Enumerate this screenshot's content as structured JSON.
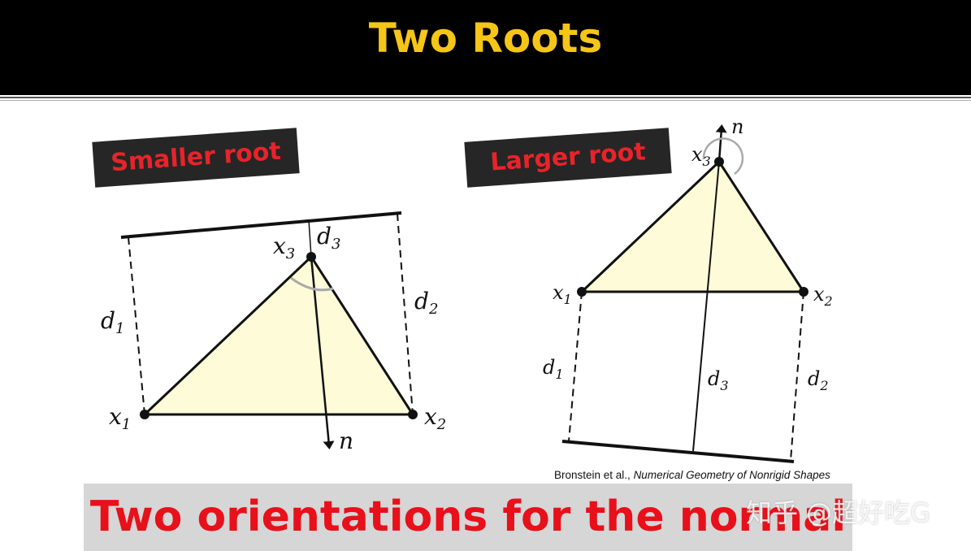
{
  "slide": {
    "title": "Two Roots",
    "bottom_caption": "Two orientations for the normal",
    "citation_authors": "Bronstein et al., ",
    "citation_work": "Numerical Geometry of Nonrigid Shapes",
    "watermark": "知乎 @超好吃G"
  },
  "left_panel": {
    "label": "Smaller root",
    "vertex_labels": {
      "x1": "x",
      "x1_sub": "1",
      "x2": "x",
      "x2_sub": "2",
      "x3": "x",
      "x3_sub": "3"
    },
    "distance_labels": {
      "d1": "d",
      "d1_sub": "1",
      "d2": "d",
      "d2_sub": "2",
      "d3": "d",
      "d3_sub": "3"
    },
    "normal_label": "n"
  },
  "right_panel": {
    "label": "Larger root",
    "vertex_labels": {
      "x1": "x",
      "x1_sub": "1",
      "x2": "x",
      "x2_sub": "2",
      "x3": "x",
      "x3_sub": "3"
    },
    "distance_labels": {
      "d1": "d",
      "d1_sub": "1",
      "d2": "d",
      "d2_sub": "2",
      "d3": "d",
      "d3_sub": "3"
    },
    "normal_label": "n"
  },
  "colors": {
    "title": "#f5c518",
    "label_text": "#e8232a",
    "label_bg": "#262626",
    "triangle_fill": "#fdfbd8",
    "caption": "#e8101a"
  }
}
